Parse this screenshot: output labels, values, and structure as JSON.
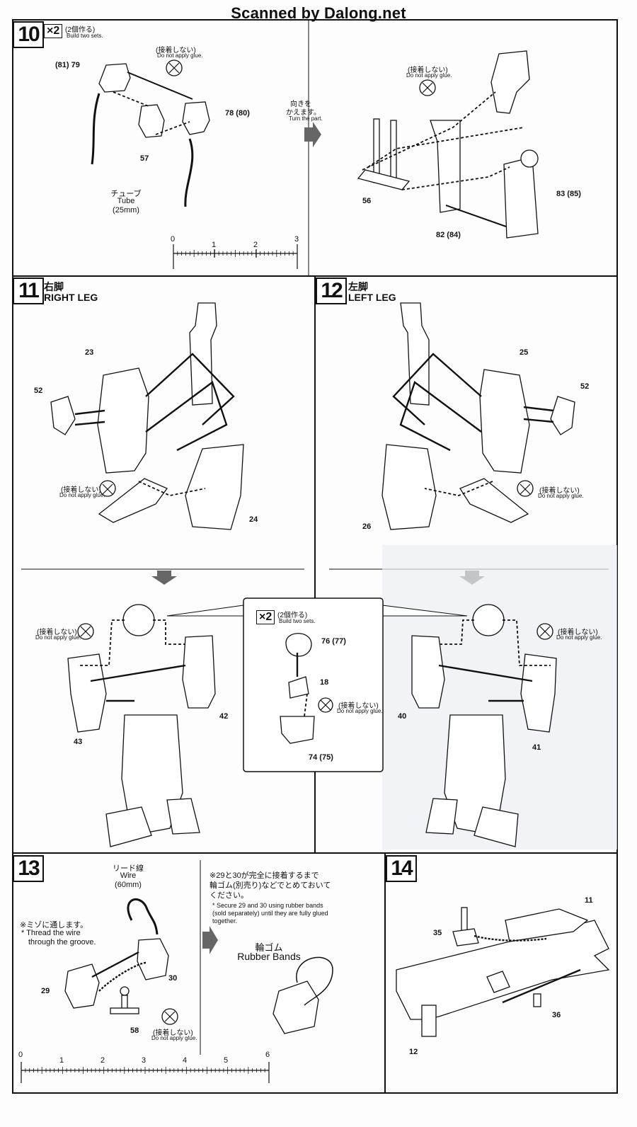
{
  "watermark": "Scanned by Dalong.net",
  "step10": {
    "number": "10",
    "qty": "×2",
    "qty_jp": "(2個作る)",
    "qty_en": "Build two sets.",
    "noglue_jp": "(接着しない)",
    "noglue_en": "Do not apply glue.",
    "part_81_79": "(81) 79",
    "part_78_80": "78 (80)",
    "part_57": "57",
    "tube_jp": "チューブ",
    "tube_en": "Tube",
    "tube_len": "(25mm)",
    "turn_jp1": "向きを",
    "turn_jp2": "かえます。",
    "turn_en": "Turn the part.",
    "noglue2_jp": "(接着しない)",
    "noglue2_en": "Do not apply glue.",
    "part_56": "56",
    "part_82_84": "82 (84)",
    "part_83_85": "83 (85)",
    "ruler_labels": [
      "0",
      "1",
      "2",
      "3"
    ]
  },
  "step11": {
    "number": "11",
    "title_jp": "右脚",
    "title_en": "RIGHT LEG",
    "part_23": "23",
    "part_52": "52",
    "part_24": "24",
    "noglue_jp": "(接着しない)",
    "noglue_en": "Do not apply glue.",
    "lower_noglue_jp": "(接着しない)",
    "lower_noglue_en": "Do not apply glue.",
    "part_42": "42",
    "part_43": "43"
  },
  "step12": {
    "number": "12",
    "title_jp": "左脚",
    "title_en": "LEFT LEG",
    "part_25": "25",
    "part_52": "52",
    "part_26": "26",
    "noglue_jp": "(接着しない)",
    "noglue_en": "Do not apply glue.",
    "lower_noglue_jp": "(接着しない)",
    "lower_noglue_en": "Do not apply glue.",
    "part_40": "40",
    "part_41": "41"
  },
  "center_box": {
    "qty": "×2",
    "qty_jp": "(2個作る)",
    "qty_en": "Build two sets.",
    "part_76_77": "76 (77)",
    "part_18": "18",
    "noglue_jp": "(接着しない)",
    "noglue_en": "Do not apply glue.",
    "part_74_75": "74 (75)"
  },
  "step13": {
    "number": "13",
    "wire_jp": "リード線",
    "wire_en": "Wire",
    "wire_len": "(60mm)",
    "groove_jp": "※ミゾに通します。",
    "groove_en1": "* Thread the wire",
    "groove_en2": "through the groove.",
    "part_29": "29",
    "part_30": "30",
    "part_58": "58",
    "noglue_jp": "(接着しない)",
    "noglue_en": "Do not apply glue.",
    "note_jp1": "※29と30が完全に接着するまで",
    "note_jp2": "輪ゴム(別売り)などでとめておいて",
    "note_jp3": "ください。",
    "note_en1": "* Secure 29 and 30 using rubber bands",
    "note_en2": "(sold separately) until they are fully glued",
    "note_en3": "together.",
    "rubber_jp": "輪ゴム",
    "rubber_en": "Rubber Bands",
    "ruler_labels": [
      "0",
      "1",
      "2",
      "3",
      "4",
      "5",
      "6"
    ]
  },
  "step14": {
    "number": "14",
    "part_11": "11",
    "part_35": "35",
    "part_36": "36",
    "part_12": "12"
  }
}
